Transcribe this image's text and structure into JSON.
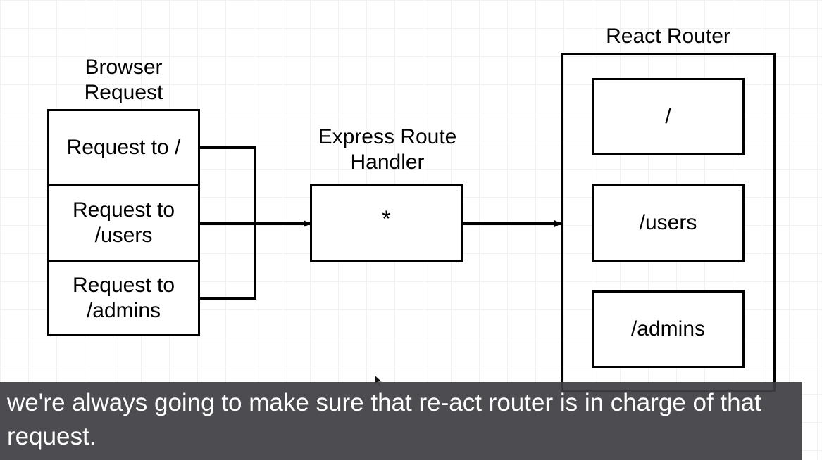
{
  "diagram": {
    "browser": {
      "title": "Browser\nRequest",
      "items": [
        "Request to /",
        "Request to\n/users",
        "Request to\n/admins"
      ]
    },
    "express": {
      "title": "Express Route\nHandler",
      "box": "*"
    },
    "router": {
      "title": "React Router",
      "routes": [
        "/",
        "/users",
        "/admins"
      ]
    }
  },
  "caption": {
    "text": "we're always going to make sure that re-act router is in charge of that request."
  }
}
